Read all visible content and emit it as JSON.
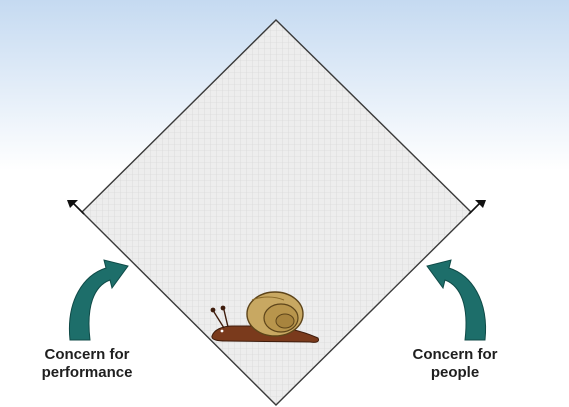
{
  "labels": {
    "left": {
      "line1": "Concern for",
      "line2": "performance"
    },
    "right": {
      "line1": "Concern for",
      "line2": "people"
    }
  },
  "colors": {
    "sky_top": "#c5daf1",
    "sky_bottom": "#ffffff",
    "grid_fill": "#ececec",
    "grid_line": "#cfcfcf",
    "diamond_edge": "#3a3a3a",
    "arrow_teal": "#1d6e6a",
    "snail_shell": "#c8a862",
    "snail_shell_dark": "#8a6a2a",
    "snail_body": "#7a3a1c"
  },
  "icons": {
    "left_arrow": "curved-arrow-up-right-icon",
    "right_arrow": "curved-arrow-up-left-icon",
    "snail": "snail-icon"
  }
}
